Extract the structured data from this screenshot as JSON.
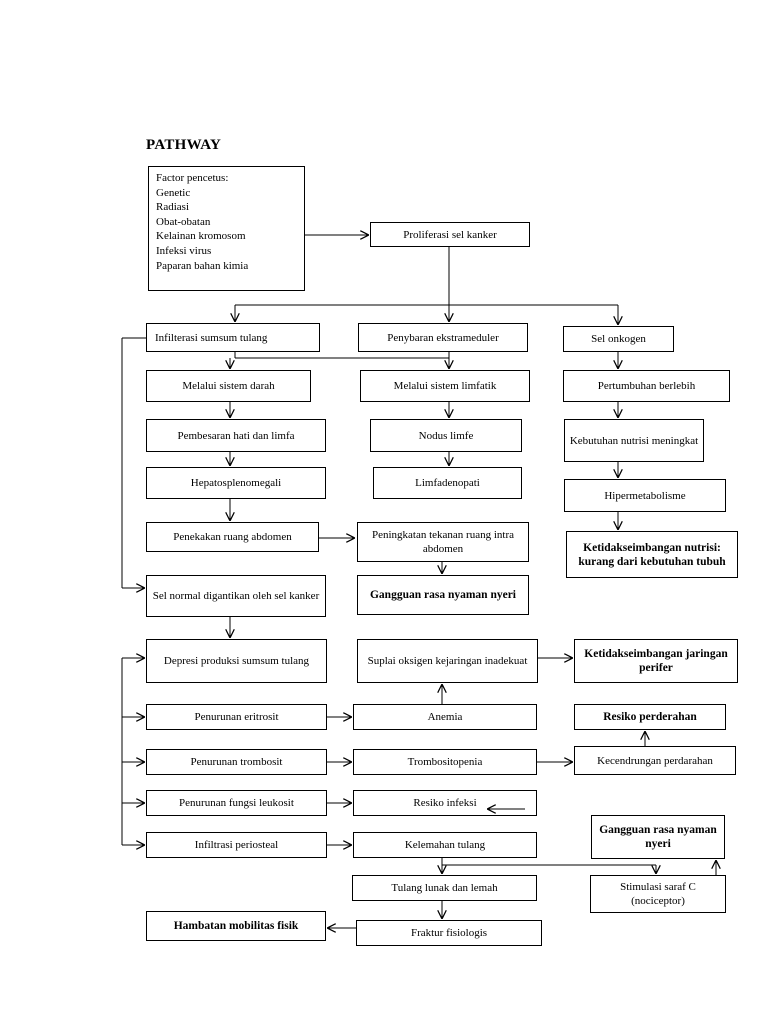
{
  "title": "PATHWAY",
  "factor": {
    "heading": "Factor pencetus:",
    "items": [
      "Genetic",
      "Radiasi",
      "Obat-obatan",
      "Kelainan kromosom",
      "Infeksi virus",
      "Paparan bahan kimia"
    ]
  },
  "nodes": {
    "proliferasi": "Proliferasi sel kanker",
    "infilterasi": "Infilterasi sumsum tulang",
    "penyebaran": "Penybaran ekstrameduler",
    "onkogen": "Sel onkogen",
    "sistem_darah": "Melalui sistem darah",
    "sistem_limfatik": "Melalui sistem limfatik",
    "pertumbuhan": "Pertumbuhan berlebih",
    "pembesaran": "Pembesaran hati dan limfa",
    "nodus": "Nodus limfe",
    "kebutuhan": "Kebutuhan nutrisi meningkat",
    "hepato": "Hepatosplenomegali",
    "limfadenopati": "Limfadenopati",
    "hipermetabolisme": "Hipermetabolisme",
    "penekakan": "Penekakan ruang abdomen",
    "peningkatan": "Peningkatan tekanan ruang intra abdomen",
    "ketidakseimbangan_nutrisi": "Ketidakseimbangan nutrisi: kurang dari kebutuhan tubuh",
    "sel_normal": "Sel normal digantikan oleh sel kanker",
    "gangguan_nyeri_1": "Gangguan rasa nyaman nyeri",
    "depresi": "Depresi produksi sumsum tulang",
    "suplai": "Suplai oksigen kejaringan inadekuat",
    "ketidakseimbangan_perifer": "Ketidakseimbangan jaringan perifer",
    "eritrosit": "Penurunan eritrosit",
    "anemia": "Anemia",
    "resiko_perdarahan": "Resiko perderahan",
    "trombosit": "Penurunan trombosit",
    "trombositopenia": "Trombositopenia",
    "kecendrungan": "Kecendrungan perdarahan",
    "leukosit": "Penurunan fungsi leukosit",
    "resiko_infeksi": "Resiko infeksi",
    "gangguan_nyeri_2": "Gangguan rasa nyaman nyeri",
    "periosteal": "Infiltrasi periosteal",
    "kelemahan": "Kelemahan tulang",
    "tulang_lunak": "Tulang lunak dan lemah",
    "stimulasi": "Stimulasi saraf C (nociceptor)",
    "hambatan": "Hambatan mobilitas fisik",
    "fraktur": "Fraktur fisiologis"
  }
}
